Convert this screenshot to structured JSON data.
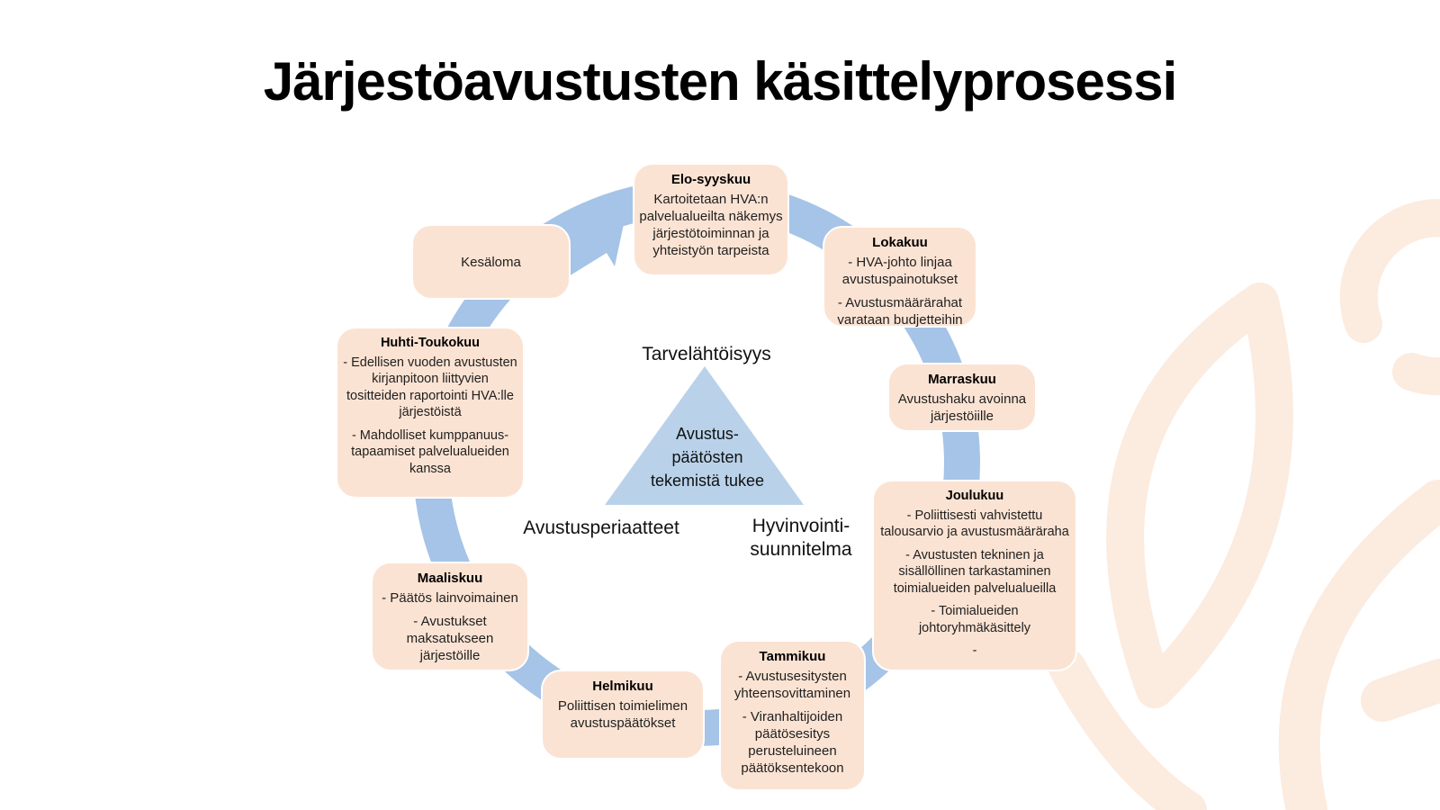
{
  "title": "Järjestöavustusten käsittelyprosessi",
  "triangle": {
    "top_label": "Tarvelähtöisyys",
    "left_label": "Avustusperiaatteet",
    "right_label": "Hyvinvointi-\nsuunnitelma",
    "center_text": "Avustus-\npäätösten\ntekemistä tukee"
  },
  "cycle": [
    {
      "month": "Elo-syyskuu",
      "items": [
        "Kartoitetaan HVA:n palvelualueilta näkemys järjestötoiminnan ja yhteistyön tarpeista"
      ]
    },
    {
      "month": "Lokakuu",
      "items": [
        "- HVA-johto linjaa avustuspainotukset",
        "- Avustusmäärärahat varataan budjetteihin"
      ]
    },
    {
      "month": "Marraskuu",
      "items": [
        "Avustushaku avoinna järjestöiille"
      ]
    },
    {
      "month": "Joulukuu",
      "items": [
        "- Poliittisesti vahvistettu talousarvio ja avustusmääräraha",
        "- Avustusten tekninen ja sisällöllinen tarkastaminen toimialueiden palvelualueilla",
        "- Toimialueiden johtoryhmäkäsittely",
        "-"
      ]
    },
    {
      "month": "Tammikuu",
      "items": [
        "- Avustusesitysten yhteensovittaminen",
        "- Viranhaltijoiden päätösesitys perusteluineen päätöksentekoon"
      ]
    },
    {
      "month": "Helmikuu",
      "items": [
        "Poliittisen toimielimen avustuspäätökset"
      ]
    },
    {
      "month": "Maaliskuu",
      "items": [
        "- Päätös lainvoimainen",
        "- Avustukset maksatukseen järjestöille"
      ]
    },
    {
      "month": "Huhti-Toukokuu",
      "items": [
        "- Edellisen vuoden avustusten kirjanpitoon liittyvien tositteiden raportointi HVA:lle järjestöistä",
        "- Mahdolliset kumppanuus-tapaamiset palvelualueiden kanssa"
      ]
    },
    {
      "month": "Kesäloma",
      "items": []
    }
  ],
  "colors": {
    "box_fill": "#fbe3d3",
    "band_blue": "#a5c4e7",
    "triangle_blue": "#b9d2ea",
    "decor_peach": "#fcebdf",
    "title_text": "#000000",
    "body_text": "#1f1f1f"
  }
}
